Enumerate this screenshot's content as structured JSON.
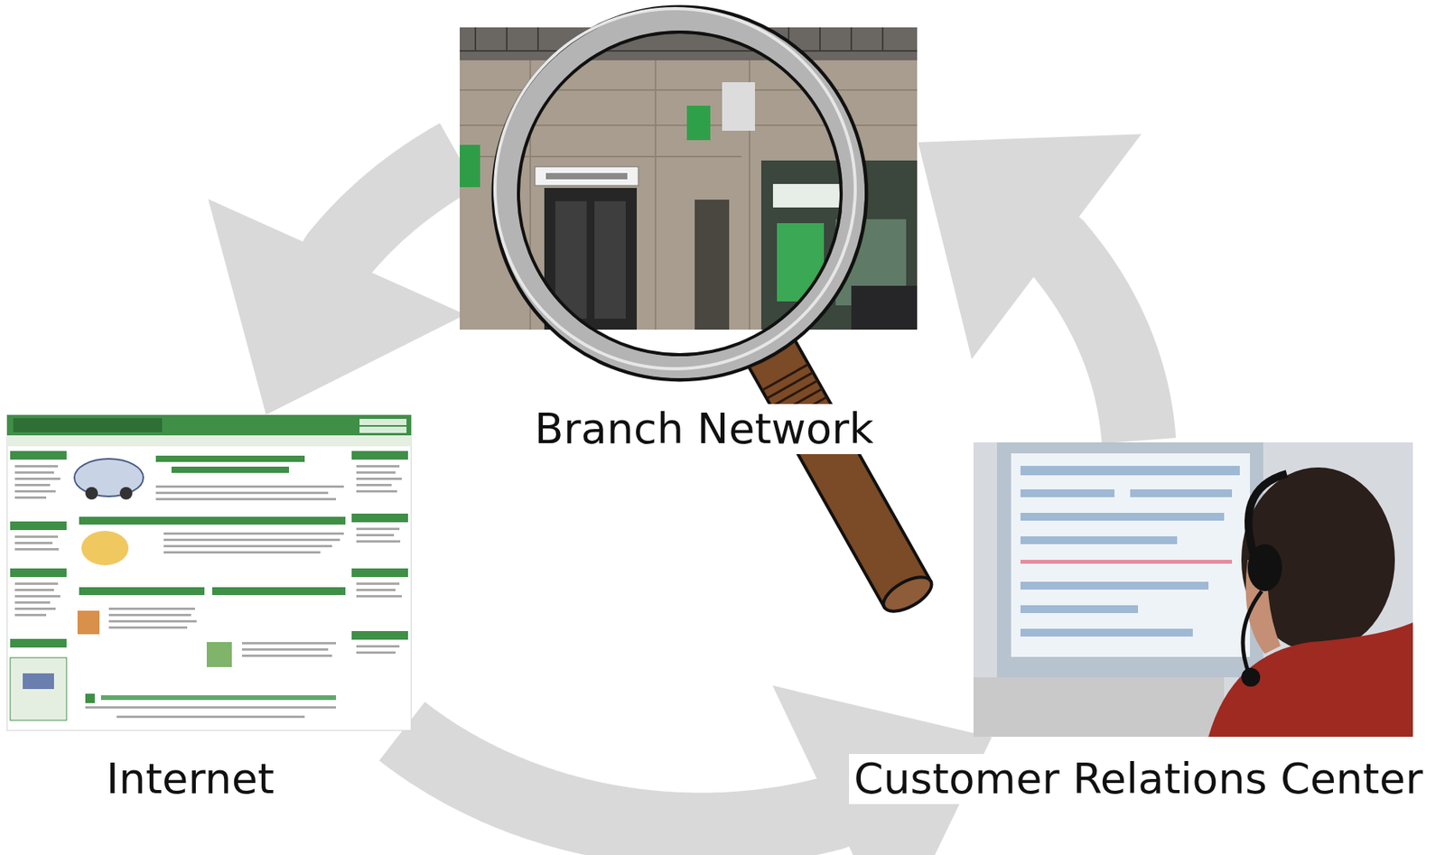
{
  "diagram": {
    "nodes": [
      {
        "text": [
          "Branch Network"
        ]
      },
      {
        "text": [
          "Internet"
        ]
      },
      {
        "text": [
          "Customer Relations Center"
        ]
      }
    ],
    "edges": [
      {
        "from": 0,
        "to": 1,
        "arrow": "to"
      },
      {
        "from": 1,
        "to": 2,
        "arrow": "to"
      },
      {
        "from": 2,
        "to": 0,
        "arrow": "to"
      }
    ]
  }
}
